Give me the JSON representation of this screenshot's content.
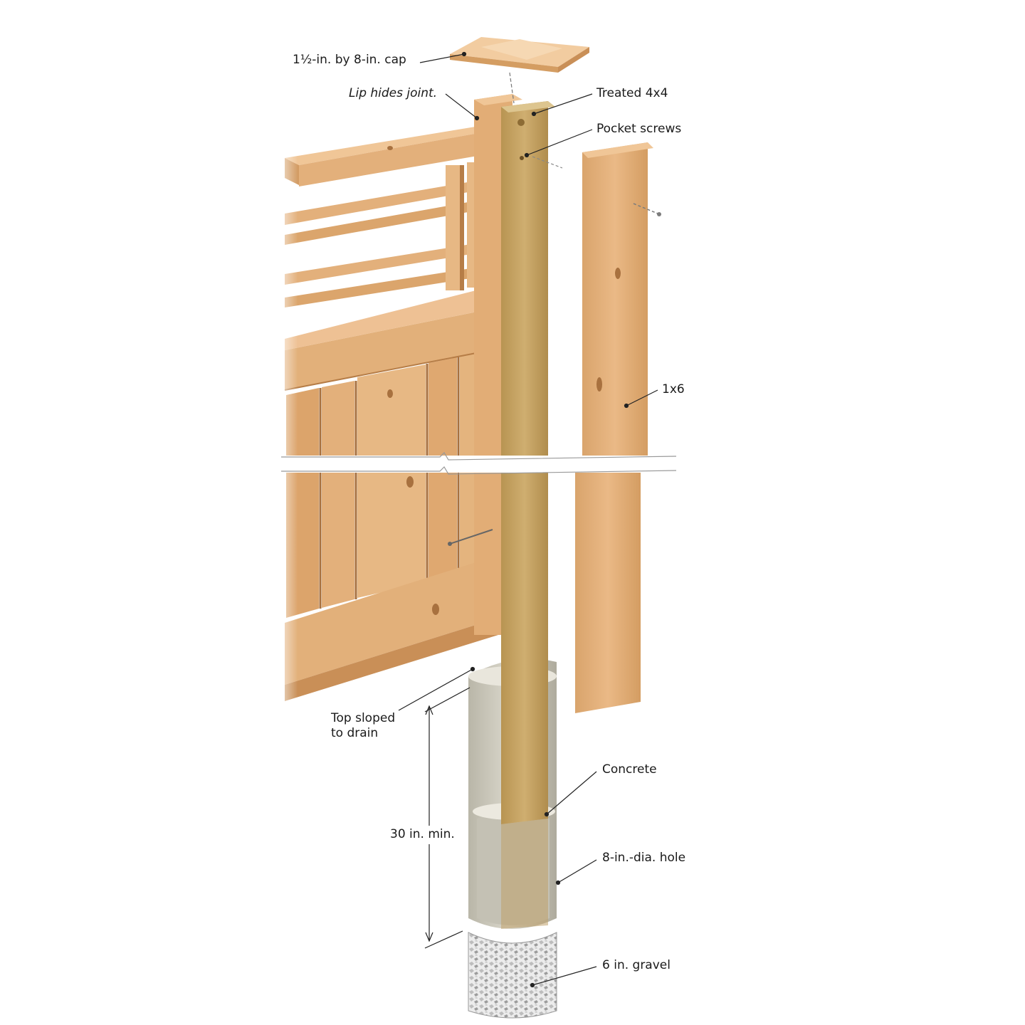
{
  "labels": {
    "cap": "1½-in. by 8-in. cap",
    "lip": "Lip hides joint.",
    "treated": "Treated 4x4",
    "pocket": "Pocket screws",
    "board": "1x6",
    "top_sloped": "Top sloped\nto drain",
    "concrete": "Concrete",
    "depth": "30 in. min.",
    "hole": "8-in.-dia. hole",
    "gravel": "6 in. gravel"
  },
  "colors": {
    "cedar": "#e2b27c",
    "cedar_dark": "#c98f57",
    "treated_post": "#c9a86a",
    "concrete": "#cfccbf",
    "gravel": "#e8e8e8",
    "leader": "#222222"
  }
}
